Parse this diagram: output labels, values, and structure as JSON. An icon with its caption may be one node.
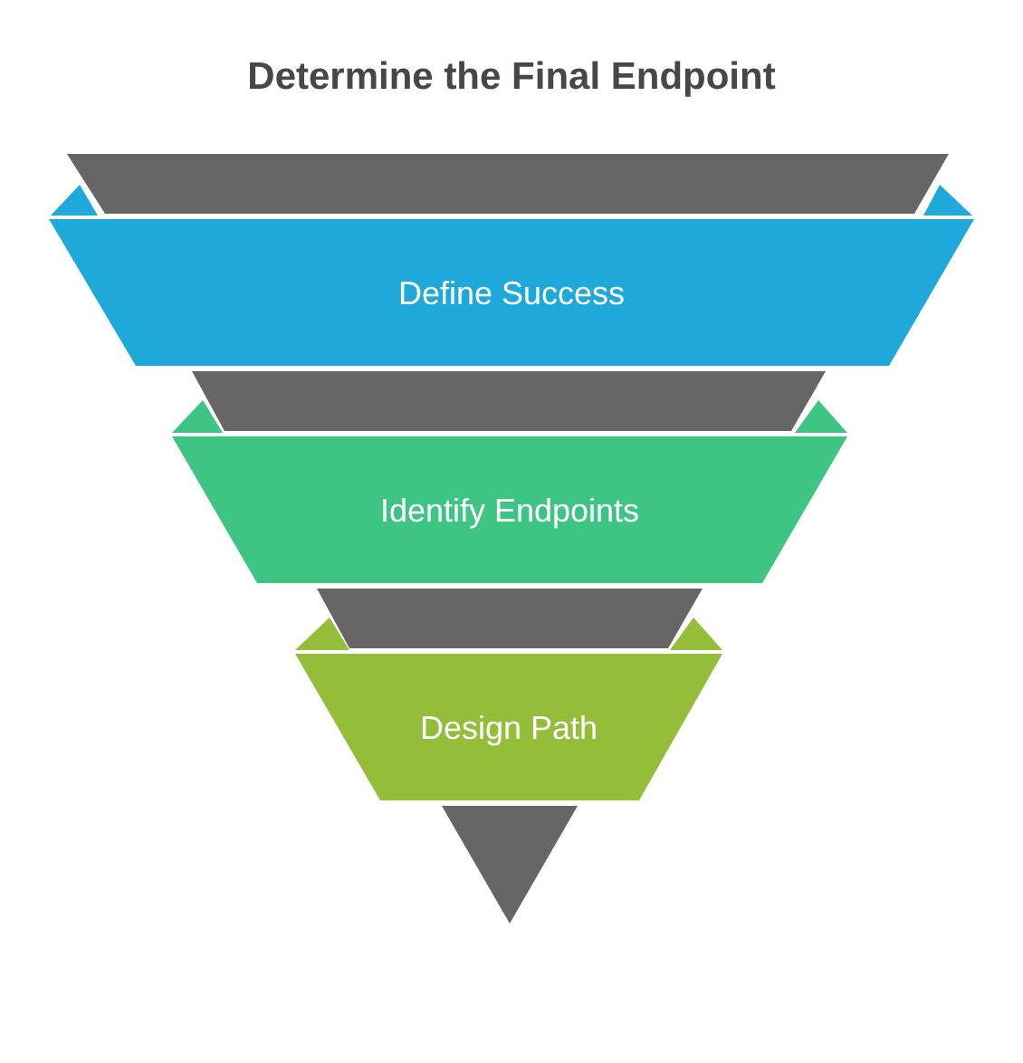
{
  "diagram": {
    "title": "Determine the Final Endpoint",
    "nodes": [
      {
        "text": [
          "Define Success"
        ]
      },
      {
        "text": [
          "Identify Endpoints"
        ]
      },
      {
        "text": [
          "Design Path"
        ]
      },
      {
        "text": [],
        "shape": "triangle"
      }
    ]
  }
}
